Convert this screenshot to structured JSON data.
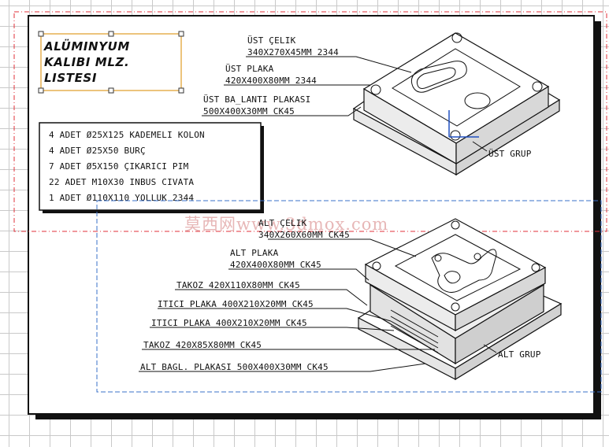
{
  "title": {
    "line1": "ALÜMINYUM",
    "line2": "KALIBI MLZ.",
    "line3": "LISTESI"
  },
  "parts_list": [
    "4 ADET Ø25X125 KADEMELI KOLON",
    "4 ADET Ø25X50 BURÇ",
    "7 ADET Ø5X150 ÇIKARICI PIM",
    "22 ADET M10X30 INBUS CIVATA",
    "1 ADET Ø110X110 YOLLUK 2344"
  ],
  "upper_group": {
    "label": "ÜST GRUP",
    "callouts": [
      {
        "name": "ÜST ÇELIK",
        "spec": "340X270X45MM 2344"
      },
      {
        "name": "ÜST PLAKA",
        "spec": "420X400X80MM 2344"
      },
      {
        "name": "ÜST BA_LANTI PLAKASI",
        "spec": "500X400X30MM CK45"
      }
    ]
  },
  "lower_group": {
    "label": "ALT GRUP",
    "callouts": [
      {
        "name": "ALT ÇELIK",
        "spec": "340X260X60MM CK45"
      },
      {
        "name": "ALT PLAKA",
        "spec": "420X400X80MM CK45"
      },
      {
        "name": "",
        "spec": "TAKOZ 420X110X80MM CK45"
      },
      {
        "name": "",
        "spec": "ITICI PLAKA 400X210X20MM CK45"
      },
      {
        "name": "",
        "spec": "ITICI PLAKA 400X210X20MM CK45"
      },
      {
        "name": "",
        "spec": "TAKOZ 420X85X80MM CK45"
      },
      {
        "name": "",
        "spec": "ALT BAGL. PLAKASI 500X400X30MM CK45"
      }
    ]
  },
  "watermark": "莫西网www.3dmox.com",
  "colors": {
    "frame": "#111111",
    "grid": "#c9c9c9",
    "selection": "#e2a336",
    "upper_dash": "#e0303a",
    "lower_dash": "#3a70c8",
    "axis": "#2050c0"
  }
}
